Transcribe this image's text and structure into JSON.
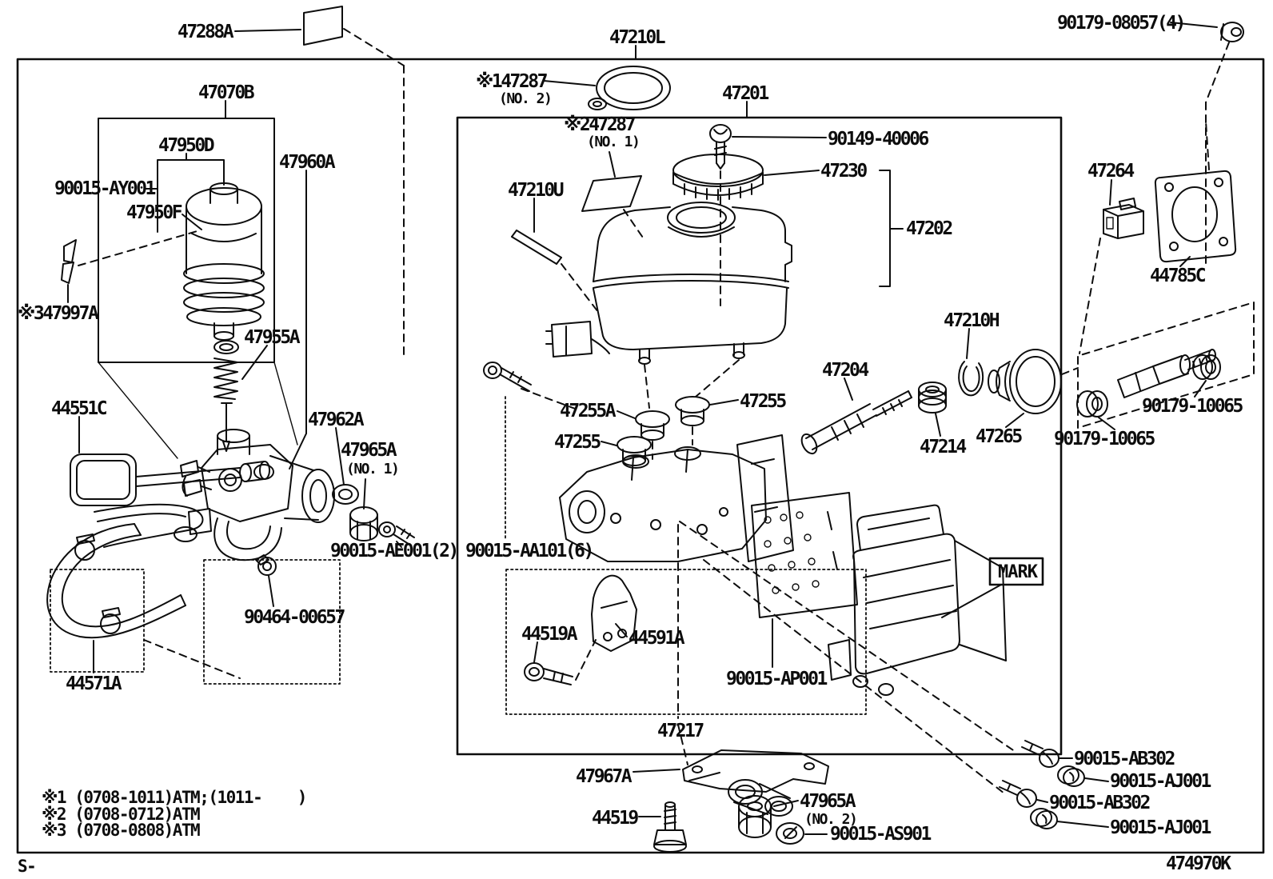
{
  "colors": {
    "ink": "#0d0d0d",
    "background": "#ffffff"
  },
  "labels": {
    "t47288A": "47288A",
    "t47210L": "47210L",
    "t90179_08057": "90179-08057(4)",
    "t47070B": "47070B",
    "t47950D": "47950D",
    "t47960A": "47960A",
    "t90015_AY001": "90015-AY001",
    "t47950F": "47950F",
    "t47997A": "※347997A",
    "t47955A": "47955A",
    "t44551C": "44551C",
    "t47962A": "47962A",
    "t47965A_1": "47965A",
    "t47965A_1no": "(NO. 1)",
    "t90015_AE001": "90015-AE001(2)",
    "t90464_00657": "90464-00657",
    "t44571A": "44571A",
    "t147287": "※147287",
    "t147287no": "(NO. 2)",
    "t247287": "※247287",
    "t247287no": "(NO. 1)",
    "t47201": "47201",
    "t90149_40006": "90149-40006",
    "t47230": "47230",
    "t47202": "47202",
    "t47210U": "47210U",
    "t47255A": "47255A",
    "t47255_r": "47255",
    "t47255_l": "47255",
    "t90015_AA101": "90015-AA101(6)",
    "t44519A": "44519A",
    "t44591A": "44591A",
    "t90015_AP001": "90015-AP001",
    "t47217": "47217",
    "tMARK": "MARK",
    "t47264": "47264",
    "t44785C": "44785C",
    "t47210H": "47210H",
    "t47204": "47204",
    "t47214": "47214",
    "t47265": "47265",
    "t90179_10065_l": "90179-10065",
    "t90179_10065_r": "90179-10065",
    "t47967A": "47967A",
    "t44519": "44519",
    "t47965A_2": "47965A",
    "t47965A_2no": "(NO. 2)",
    "t90015_AS901": "90015-AS901",
    "t90015_AB302_a": "90015-AB302",
    "t90015_AJ001_a": "90015-AJ001",
    "t90015_AB302_b": "90015-AB302",
    "t90015_AJ001_b": "90015-AJ001",
    "note1": "※1 (0708-1011)ATM;(1011-    )",
    "note2": "※2 (0708-0712)ATM",
    "note3": "※3 (0708-0808)ATM",
    "footer_left": "S-",
    "footer_right": "474970K"
  }
}
